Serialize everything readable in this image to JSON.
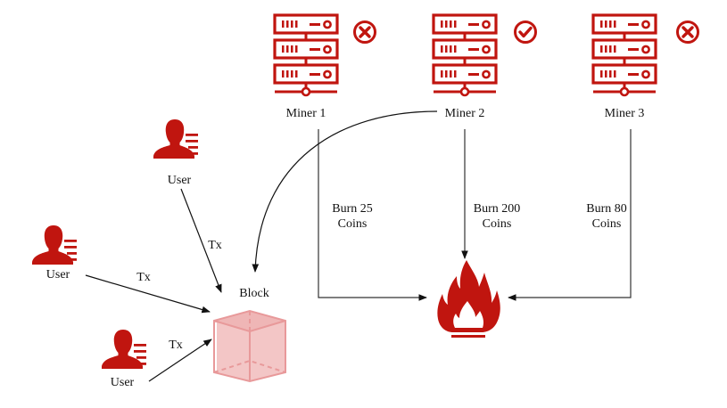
{
  "colors": {
    "primary_red": "#c0150f",
    "block_fill": "#f2c4c4",
    "block_stroke": "#e89a9a",
    "line": "#222222"
  },
  "miners": [
    {
      "label": "Miner 1",
      "status": "rejected",
      "status_icon": "x-circle-icon",
      "burn_label_line1": "Burn 25",
      "burn_label_line2": "Coins",
      "burn_amount": 25
    },
    {
      "label": "Miner 2",
      "status": "accepted",
      "status_icon": "check-circle-icon",
      "burn_label_line1": "Burn 200",
      "burn_label_line2": "Coins",
      "burn_amount": 200
    },
    {
      "label": "Miner 3",
      "status": "rejected",
      "status_icon": "x-circle-icon",
      "burn_label_line1": "Burn 80",
      "burn_label_line2": "Coins",
      "burn_amount": 80
    }
  ],
  "users": [
    {
      "label": "User",
      "edge_label": "Tx"
    },
    {
      "label": "User",
      "edge_label": "Tx"
    },
    {
      "label": "User",
      "edge_label": "Tx"
    }
  ],
  "block": {
    "label": "Block"
  },
  "burn_sink": {
    "icon": "fire-icon"
  }
}
